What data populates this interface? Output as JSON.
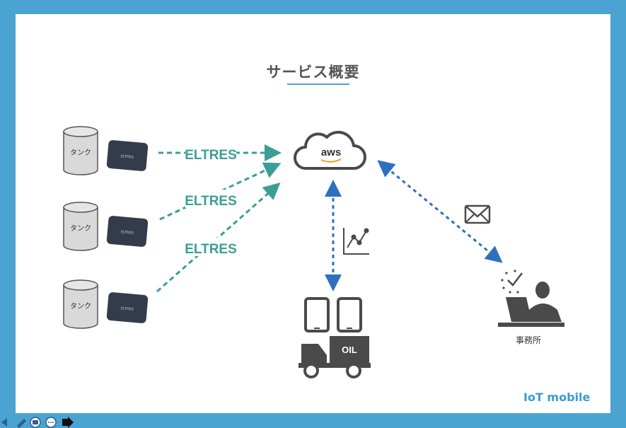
{
  "title": "サービス概要",
  "tank_label": "タンク",
  "device_label": "ELTRES",
  "link_label": "ELTRES",
  "cloud_label": "aws",
  "truck_label": "OIL",
  "office_label": "事務所",
  "brand": "IoT mobile",
  "colors": {
    "background": "#4aa3d1",
    "teal_arrow": "#3a9e96",
    "blue_arrow": "#2f6fbf",
    "icon_dark": "#4a4a4a",
    "tank_fill": "#d9d9d9"
  },
  "icons": [
    "tank-icon",
    "device-icon",
    "cloud-icon",
    "chart-icon",
    "mail-icon",
    "smartphone-icon",
    "tablet-icon",
    "truck-icon",
    "office-worker-icon",
    "clock-check-icon"
  ]
}
